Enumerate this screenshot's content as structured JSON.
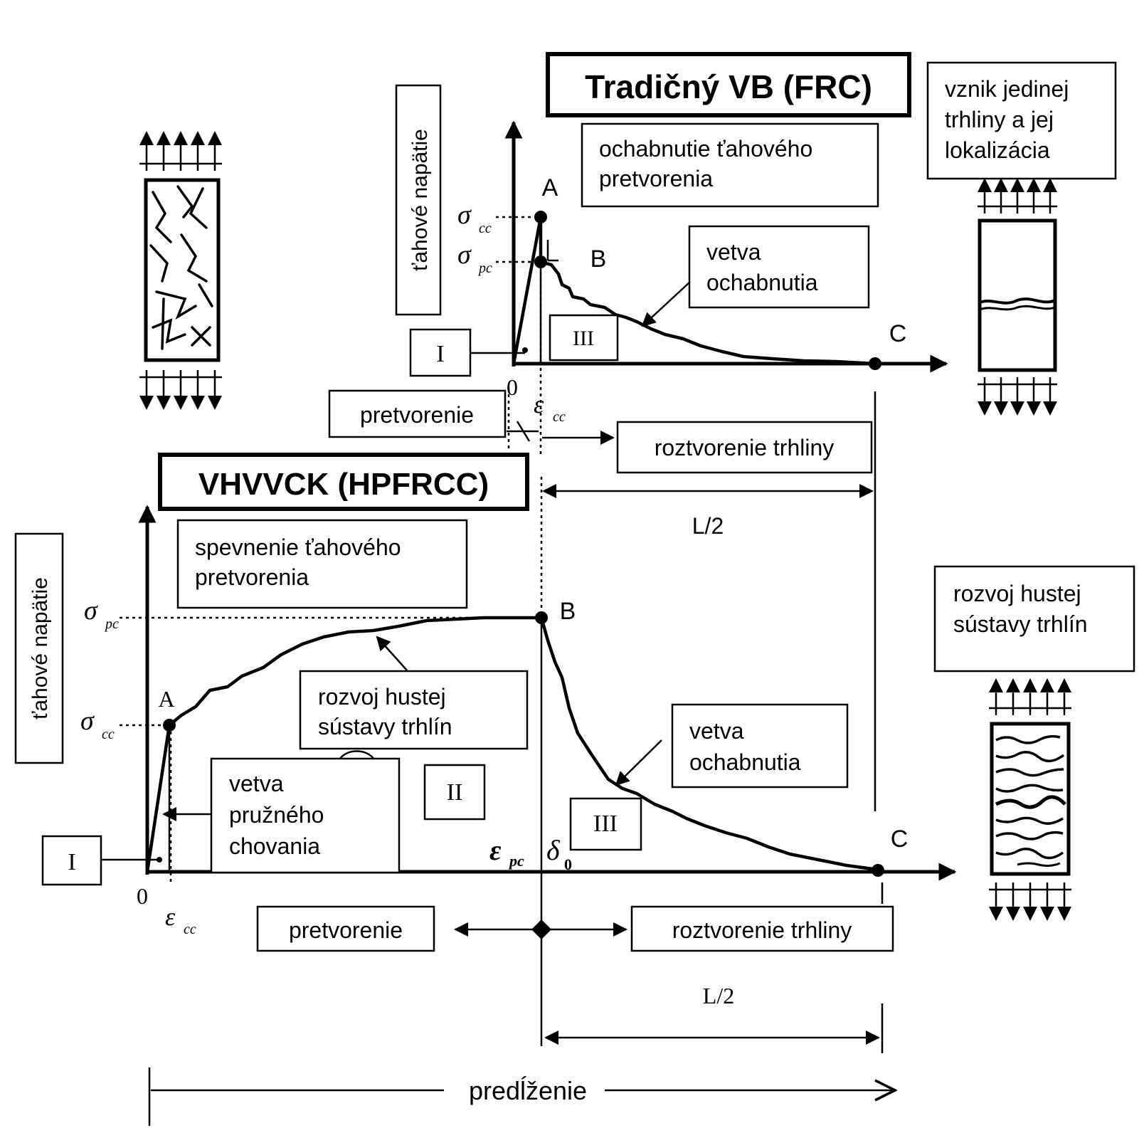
{
  "top": {
    "title": "Tradičný VB (FRC)",
    "y_label": "ťahové napätie",
    "box_softening": [
      "ochabnutie ťahového",
      "pretvorenia"
    ],
    "box_branch": [
      "vetva",
      "ochabnutia"
    ],
    "box_single_crack": [
      "vznik jedinej",
      "trhliny a jej",
      "lokalizácia"
    ],
    "zone_I": "I",
    "zone_III": "III",
    "point_A": "A",
    "point_B": "B",
    "point_C": "C",
    "sigma": "σ",
    "sub_cc": "cc",
    "sub_pc": "pc",
    "eps": "ε",
    "origin": "0",
    "strain": "pretvorenie",
    "crack_opening": "roztvorenie trhliny",
    "half_length": "L/2"
  },
  "bottom": {
    "title": "VHVVCK (HPFRCC)",
    "y_label": "ťahové napätie",
    "box_hardening": [
      "spevnenie ťahového",
      "pretvorenia"
    ],
    "box_multiple": [
      "rozvoj hustej",
      "sústavy trhlín"
    ],
    "box_elastic": [
      "vetva",
      "pružného",
      "chovania"
    ],
    "box_branch": [
      "vetva",
      "ochabnutia"
    ],
    "box_dense_cracks": [
      "rozvoj hustej",
      "sústavy trhlín"
    ],
    "zone_I": "I",
    "zone_II": "II",
    "zone_III": "III",
    "point_A": "A",
    "point_B": "B",
    "point_C": "C",
    "sigma": "σ",
    "sub_cc": "cc",
    "sub_pc": "pc",
    "eps": "ε",
    "delta": "δ",
    "sub_0": "0",
    "origin": "0",
    "strain": "pretvorenie",
    "crack_opening": "roztvorenie trhliny",
    "half_length": "L/2"
  },
  "elongation": "predĺženie"
}
